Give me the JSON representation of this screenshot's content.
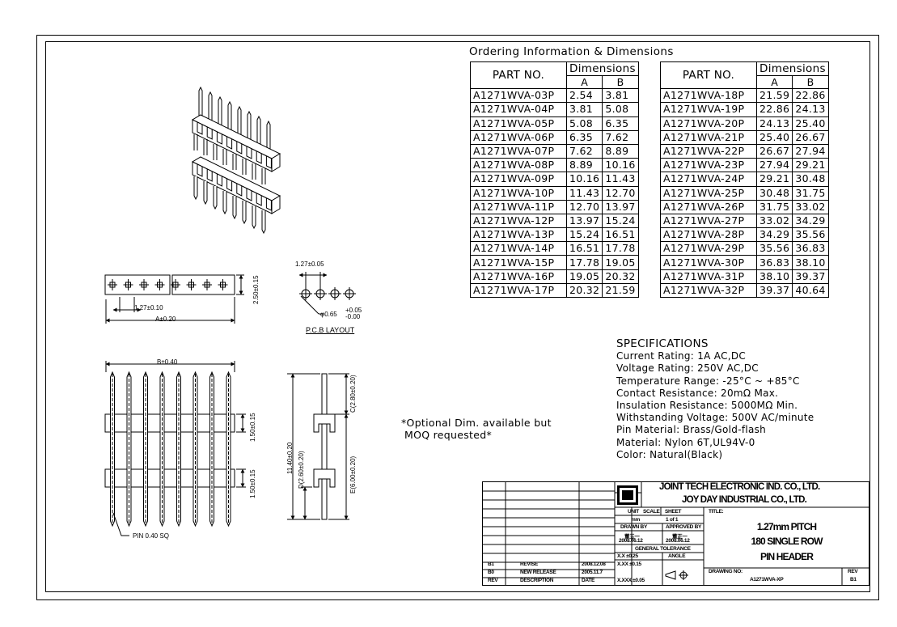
{
  "ordering": {
    "title": "Ordering Information & Dimensions",
    "hdr_part": "PART NO.",
    "hdr_dim": "Dimensions",
    "hdr_a": "A",
    "hdr_b": "B",
    "left": [
      [
        "A1271WVA-03P",
        "2.54",
        "3.81"
      ],
      [
        "A1271WVA-04P",
        "3.81",
        "5.08"
      ],
      [
        "A1271WVA-05P",
        "5.08",
        "6.35"
      ],
      [
        "A1271WVA-06P",
        "6.35",
        "7.62"
      ],
      [
        "A1271WVA-07P",
        "7.62",
        "8.89"
      ],
      [
        "A1271WVA-08P",
        "8.89",
        "10.16"
      ],
      [
        "A1271WVA-09P",
        "10.16",
        "11.43"
      ],
      [
        "A1271WVA-10P",
        "11.43",
        "12.70"
      ],
      [
        "A1271WVA-11P",
        "12.70",
        "13.97"
      ],
      [
        "A1271WVA-12P",
        "13.97",
        "15.24"
      ],
      [
        "A1271WVA-13P",
        "15.24",
        "16.51"
      ],
      [
        "A1271WVA-14P",
        "16.51",
        "17.78"
      ],
      [
        "A1271WVA-15P",
        "17.78",
        "19.05"
      ],
      [
        "A1271WVA-16P",
        "19.05",
        "20.32"
      ],
      [
        "A1271WVA-17P",
        "20.32",
        "21.59"
      ]
    ],
    "right": [
      [
        "A1271WVA-18P",
        "21.59",
        "22.86"
      ],
      [
        "A1271WVA-19P",
        "22.86",
        "24.13"
      ],
      [
        "A1271WVA-20P",
        "24.13",
        "25.40"
      ],
      [
        "A1271WVA-21P",
        "25.40",
        "26.67"
      ],
      [
        "A1271WVA-22P",
        "26.67",
        "27.94"
      ],
      [
        "A1271WVA-23P",
        "27.94",
        "29.21"
      ],
      [
        "A1271WVA-24P",
        "29.21",
        "30.48"
      ],
      [
        "A1271WVA-25P",
        "30.48",
        "31.75"
      ],
      [
        "A1271WVA-26P",
        "31.75",
        "33.02"
      ],
      [
        "A1271WVA-27P",
        "33.02",
        "34.29"
      ],
      [
        "A1271WVA-28P",
        "34.29",
        "35.56"
      ],
      [
        "A1271WVA-29P",
        "35.56",
        "36.83"
      ],
      [
        "A1271WVA-30P",
        "36.83",
        "38.10"
      ],
      [
        "A1271WVA-31P",
        "38.10",
        "39.37"
      ],
      [
        "A1271WVA-32P",
        "39.37",
        "40.64"
      ]
    ]
  },
  "specs": {
    "heading": "SPECIFICATIONS",
    "lines": [
      "Current Rating: 1A AC,DC",
      "Voltage Rating: 250V AC,DC",
      "Temperature Range: -25°C ~ +85°C",
      "Contact Resistance: 20mΩ Max.",
      "Insulation Resistance: 5000MΩ Min.",
      "Withstanding Voltage: 500V AC/minute",
      "Pin Material: Brass/Gold-flash",
      "Material: Nylon 6T,UL94V-0",
      "Color: Natural(Black)"
    ]
  },
  "note": {
    "line1": "*Optional Dim. available but",
    "line2": "MOQ requested*"
  },
  "dims": {
    "pitch_top": "1.27±0.05",
    "hole_dia": "φ0.65",
    "hole_tol_plus": "+0.05",
    "hole_tol_minus": "-0.00",
    "pcb_layout": "P.C.B LAYOUT",
    "height_side": "2.50±0.15",
    "pitch_bottom": "1.27±0.10",
    "a_dim": "A±0.20",
    "b_dim": "B±0.40",
    "h1": "1.50±0.15",
    "h2": "1.50±0.15",
    "pin_sq": "PIN 0.40 SQ",
    "total_len": "11.40±0.20",
    "d_dim": "D(2.60±0.20)",
    "e_dim": "E(6.00±0.20)",
    "c_dim": "C(2.80±0.20)"
  },
  "title_block": {
    "company1": "JOINT TECH ELECTRONIC IND. CO., LTD.",
    "company2": "JOY DAY INDUSTRIAL CO., LTD.",
    "unit_label": "UNIT",
    "scale_label": "SCALE",
    "sheet_label": "SHEET",
    "unit_val": "mm",
    "sheet_val": "1 of 1",
    "title_label": "TITLE:",
    "title1": "1.27mm PITCH",
    "title2": "180 SINGLE ROW",
    "title3": "PIN HEADER",
    "drawn_by_label": "DRAWN BY",
    "approved_by_label": "APPROVED BY",
    "drawn_name": "董五一",
    "approved_name": "董正一",
    "drawn_date": "2008.06.12",
    "approved_date": "2008.06.12",
    "tol_label": "GENERAL TOLERANCE",
    "tol1": "X.X ±0.25",
    "tol2": "X.XX ±0.15",
    "tol3": "X.XXX ±0.05",
    "angle_label": "ANGLE",
    "drawing_no_label": "DRAWING NO:",
    "drawing_no": "A1271WVA-XP",
    "rev_label": "REV",
    "rev_val": "B1",
    "rev_rows": [
      [
        "B1",
        "REVISE",
        "2008.12.08"
      ],
      [
        "B0",
        "NEW RELEASE",
        "2005.11.7"
      ],
      [
        "REV",
        "DESCRIPTION",
        "DATE"
      ]
    ]
  }
}
